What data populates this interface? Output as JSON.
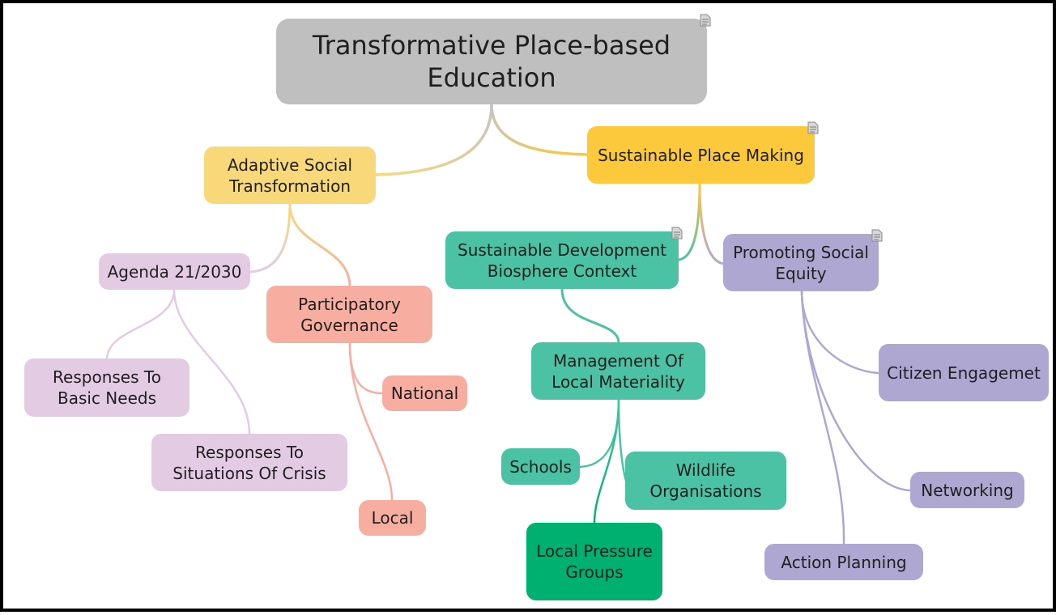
{
  "root": {
    "label": "Transformative Place-based Education"
  },
  "branches": {
    "adaptive": {
      "label": "Adaptive Social Transformation"
    },
    "sustainable": {
      "label": "Sustainable Place Making"
    }
  },
  "adaptive_children": {
    "agenda": {
      "label": "Agenda 21/2030"
    },
    "participatory": {
      "label": "Participatory Governance"
    },
    "basic_needs": {
      "label": "Responses To Basic Needs"
    },
    "crisis": {
      "label": "Responses To Situations Of Crisis"
    },
    "national": {
      "label": "National"
    },
    "local": {
      "label": "Local"
    }
  },
  "sustainable_children": {
    "sdbc": {
      "label": "Sustainable Development Biosphere Context"
    },
    "equity": {
      "label": "Promoting Social Equity"
    },
    "materiality": {
      "label": "Management Of Local Materiality"
    },
    "schools": {
      "label": "Schools"
    },
    "wildlife": {
      "label": "Wildlife Organisations"
    },
    "pressure": {
      "label": "Local Pressure Groups"
    },
    "citizen": {
      "label": "Citizen Engagemet"
    },
    "networking": {
      "label": "Networking"
    },
    "action": {
      "label": "Action Planning"
    }
  },
  "colors": {
    "root": "#bfbfbf",
    "adaptive": "#f8d878",
    "sustainable": "#fcc83c",
    "agenda": "#e3cbe4",
    "participatory": "#f8ada1",
    "teal": "#4cc2a5",
    "pressure": "#00b070",
    "purple": "#aea7d2"
  },
  "icons": [
    "note-icon"
  ]
}
